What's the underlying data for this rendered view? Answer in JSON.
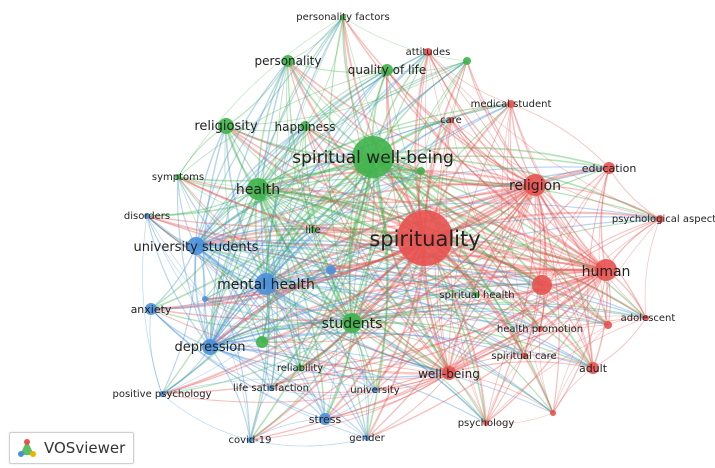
{
  "app": {
    "name": "VOSviewer"
  },
  "colors": {
    "cluster_red": "#e8514f",
    "cluster_green": "#3fb34a",
    "cluster_blue": "#4a90d9"
  },
  "network": {
    "nodes": [
      {
        "id": "spirituality",
        "label": "spirituality",
        "cluster": "red",
        "weight": 10
      },
      {
        "id": "spiritual-well-being",
        "label": "spiritual well-being",
        "cluster": "green",
        "weight": 8
      },
      {
        "id": "religion",
        "label": "religion",
        "cluster": "red",
        "weight": 6
      },
      {
        "id": "human",
        "label": "human",
        "cluster": "red",
        "weight": 6
      },
      {
        "id": "health",
        "label": "health",
        "cluster": "green",
        "weight": 6
      },
      {
        "id": "mental-health",
        "label": "mental health",
        "cluster": "blue",
        "weight": 6
      },
      {
        "id": "students",
        "label": "students",
        "cluster": "green",
        "weight": 5
      },
      {
        "id": "university-students",
        "label": "university students",
        "cluster": "blue",
        "weight": 5
      },
      {
        "id": "depression",
        "label": "depression",
        "cluster": "blue",
        "weight": 5
      },
      {
        "id": "religiosity",
        "label": "religiosity",
        "cluster": "green",
        "weight": 4
      },
      {
        "id": "well-being",
        "label": "well-being",
        "cluster": "red",
        "weight": 4
      },
      {
        "id": "personality",
        "label": "personality",
        "cluster": "green",
        "weight": 3
      },
      {
        "id": "quality-of-life",
        "label": "quality of life",
        "cluster": "green",
        "weight": 3
      },
      {
        "id": "happiness",
        "label": "happiness",
        "cluster": "green",
        "weight": 3
      },
      {
        "id": "education",
        "label": "education",
        "cluster": "red",
        "weight": 3
      },
      {
        "id": "anxiety",
        "label": "anxiety",
        "cluster": "blue",
        "weight": 3
      },
      {
        "id": "stress",
        "label": "stress",
        "cluster": "blue",
        "weight": 3
      },
      {
        "id": "adult",
        "label": "adult",
        "cluster": "red",
        "weight": 3
      },
      {
        "id": "personality-factors",
        "label": "personality factors",
        "cluster": "green",
        "weight": 2
      },
      {
        "id": "attitudes",
        "label": "attitudes",
        "cluster": "red",
        "weight": 2
      },
      {
        "id": "medical-student",
        "label": "medical student",
        "cluster": "red",
        "weight": 2
      },
      {
        "id": "care",
        "label": "care",
        "cluster": "red",
        "weight": 2
      },
      {
        "id": "symptoms",
        "label": "symptoms",
        "cluster": "green",
        "weight": 2
      },
      {
        "id": "disorders",
        "label": "disorders",
        "cluster": "blue",
        "weight": 2
      },
      {
        "id": "life",
        "label": "life",
        "cluster": "green",
        "weight": 2
      },
      {
        "id": "psychological-aspect",
        "label": "psychological aspect",
        "cluster": "red",
        "weight": 2
      },
      {
        "id": "spiritual-health",
        "label": "spiritual health",
        "cluster": "green",
        "weight": 2
      },
      {
        "id": "adolescent",
        "label": "adolescent",
        "cluster": "red",
        "weight": 2
      },
      {
        "id": "health-promotion",
        "label": "health promotion",
        "cluster": "red",
        "weight": 2
      },
      {
        "id": "spiritual-care",
        "label": "spiritual care",
        "cluster": "red",
        "weight": 2
      },
      {
        "id": "reliability",
        "label": "reliability",
        "cluster": "green",
        "weight": 2
      },
      {
        "id": "life-satisfaction",
        "label": "life satisfaction",
        "cluster": "blue",
        "weight": 2
      },
      {
        "id": "university",
        "label": "university",
        "cluster": "blue",
        "weight": 2
      },
      {
        "id": "positive-psychology",
        "label": "positive psychology",
        "cluster": "blue",
        "weight": 2
      },
      {
        "id": "covid-19",
        "label": "covid-19",
        "cluster": "blue",
        "weight": 2
      },
      {
        "id": "gender",
        "label": "gender",
        "cluster": "blue",
        "weight": 2
      },
      {
        "id": "psychology",
        "label": "psychology",
        "cluster": "red",
        "weight": 2
      },
      {
        "id": "unlabeled-green-1",
        "label": "",
        "cluster": "green",
        "weight": 1
      },
      {
        "id": "unlabeled-green-2",
        "label": "",
        "cluster": "green",
        "weight": 1
      },
      {
        "id": "unlabeled-green-3",
        "label": "",
        "cluster": "green",
        "weight": 1
      },
      {
        "id": "unlabeled-blue-1",
        "label": "",
        "cluster": "blue",
        "weight": 1
      },
      {
        "id": "unlabeled-blue-2",
        "label": "",
        "cluster": "blue",
        "weight": 1
      },
      {
        "id": "unlabeled-red-1",
        "label": "",
        "cluster": "red",
        "weight": 4
      },
      {
        "id": "unlabeled-red-2",
        "label": "",
        "cluster": "red",
        "weight": 1
      },
      {
        "id": "unlabeled-red-3",
        "label": "",
        "cluster": "red",
        "weight": 1
      }
    ]
  }
}
